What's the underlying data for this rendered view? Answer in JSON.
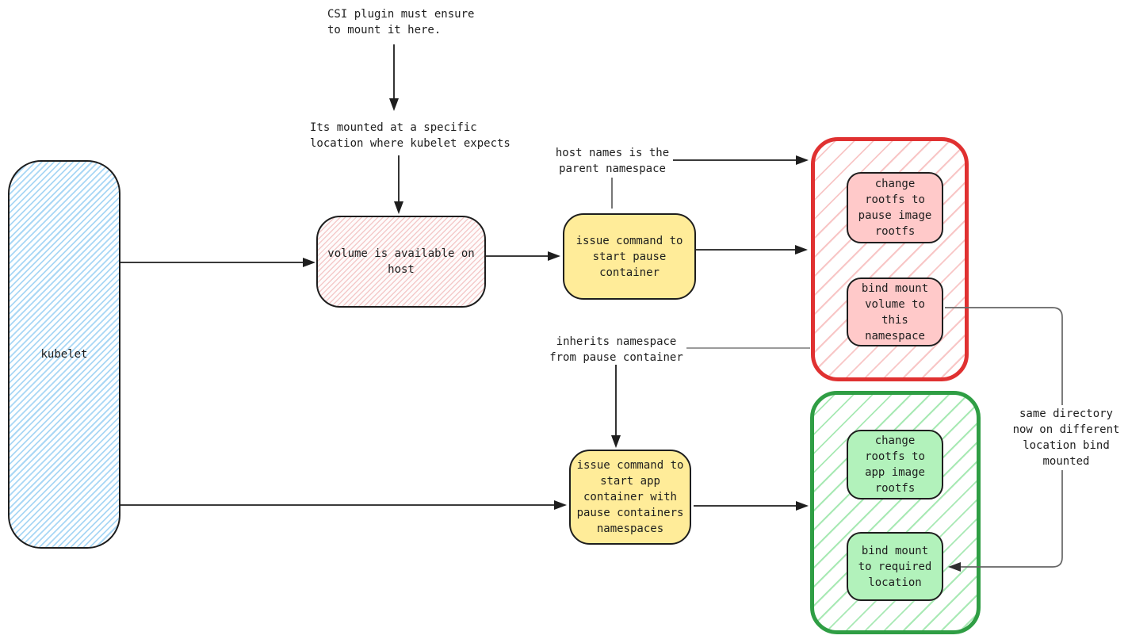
{
  "nodes": {
    "kubelet": {
      "label": "kubelet"
    },
    "volume": {
      "label": "volume is available on\nhost"
    },
    "pause_cmd": {
      "label": "issue command to\nstart pause\ncontainer"
    },
    "app_cmd": {
      "label": "issue command to\nstart app\ncontainer with\npause containers\nnamespaces"
    },
    "pause_rootfs": {
      "label": "change\nrootfs to\npause image\nrootfs"
    },
    "pause_bind": {
      "label": "bind mount\nvolume to\nthis\nnamespace"
    },
    "app_rootfs": {
      "label": "change\nrootfs to\napp image\nrootfs"
    },
    "app_bind": {
      "label": "bind mount\nto required\nlocation"
    }
  },
  "notes": {
    "csi": "CSI plugin must ensure\nto mount it here.",
    "mounted": "Its mounted at a specific\nlocation where kubelet expects",
    "host": "host names is the\nparent namespace",
    "inherits": "inherits namespace\nfrom pause container",
    "same_dir": "same directory\nnow on different\nlocation bind\nmounted"
  },
  "colors": {
    "stroke": "#1e1e1e",
    "gray_line": "#757575",
    "yellow_fill": "#ffec99",
    "pink_fill": "#ffc9c9",
    "green_fill": "#b2f2bb",
    "blue_hatch": "#a5d8ff",
    "red_border": "#e03131",
    "green_border": "#2f9e44"
  }
}
